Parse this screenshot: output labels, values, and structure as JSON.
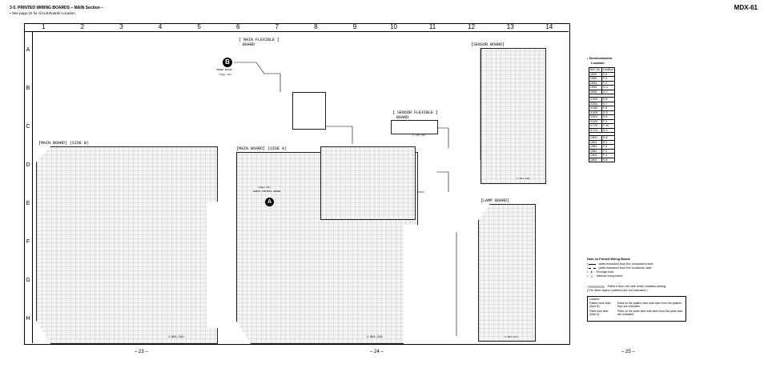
{
  "header": {
    "title": "3-5.  PRINTED  WIRING  BOARDS  – MAIN Section –",
    "note": "• See page 10 for circuit Boards Location.",
    "model": "MDX-61"
  },
  "grid": {
    "columns": [
      "1",
      "2",
      "3",
      "4",
      "5",
      "6",
      "7",
      "8",
      "9",
      "10",
      "11",
      "12",
      "13",
      "14"
    ],
    "rows": [
      "A",
      "B",
      "C",
      "D",
      "E",
      "F",
      "G",
      "H"
    ]
  },
  "boards": {
    "main_b": "[MAIN BOARD] (SIDE B)",
    "main_a": "[MAIN BOARD] (SIDE A)",
    "main_flexible": "[ MAIN FLEXIBLE ]",
    "main_flexible_sub": "BOARD",
    "sensor_flexible": "[ SENSOR FLEXIBLE ]",
    "sensor_flexible_sub": "BOARD",
    "sensor": "[SENSOR BOARD]",
    "lamp": "[LAMP BOARD]"
  },
  "connector_refs": {
    "b_marker": "B",
    "b_caption": "POWER BOARD",
    "b_page": "(Page 20)",
    "a_marker": "A",
    "a_page": "(Page 14)",
    "a_caption": "SERVO CONTROL BOARD"
  },
  "semiconductor": {
    "title": "• Semiconductor",
    "subtitle": "Location",
    "headers": [
      "Ref. No.",
      "Location"
    ],
    "groups": [
      [
        [
          "D532",
          "F-6"
        ],
        [
          "D550",
          "F-4"
        ],
        [
          "D551",
          "F-2"
        ],
        [
          "D552",
          "G-4"
        ],
        [
          "D606",
          "H-2"
        ]
      ],
      [
        [
          "IC500",
          "H-8"
        ],
        [
          "IC501",
          "H-7"
        ],
        [
          "IC560",
          "F-8"
        ],
        [
          "IC600",
          "G-5"
        ],
        [
          "IC601",
          "H-3"
        ],
        [
          "IC602",
          "F-3"
        ],
        [
          "IC700",
          "F-10"
        ],
        [
          "IC701",
          "E-9"
        ]
      ],
      [
        [
          "Q500",
          "D-8"
        ],
        [
          "Q501",
          "E-9"
        ],
        [
          "Q560",
          "F-8"
        ],
        [
          "Q561",
          "F-4"
        ],
        [
          "Q600",
          "F-4"
        ],
        [
          "Q601",
          "H-8"
        ]
      ]
    ]
  },
  "notes": {
    "title": "Note on Printed Wiring Board:",
    "items": [
      "parts extracted from the component side.",
      "parts extracted from the conductor side.",
      "Through hole.",
      "Internal component."
    ],
    "pattern": "Pattern from the side which enables seeing.",
    "pattern_sub": "(The other layers' patterns are not indicated.)"
  },
  "caution": {
    "title": "Caution:",
    "face_b_label": "Pattern face side:",
    "face_b_side": "(Side B)",
    "face_b_text": "Parts on the pattern face side seen from the pattern face are indicated.",
    "face_a_label": "Parts face side:",
    "face_a_side": "(Side A)",
    "face_a_text": "Parts on the parts face side seen from the parts face are indicated."
  },
  "codes": {
    "main_b": "1-664-319-",
    "main_a": "1-664-319-",
    "sensor_flex": "1-778-476-",
    "sensor": "1-664-304-",
    "lamp": "1-664-317-"
  },
  "page_numbers": [
    "– 23 –",
    "– 24 –",
    "– 25 –"
  ]
}
